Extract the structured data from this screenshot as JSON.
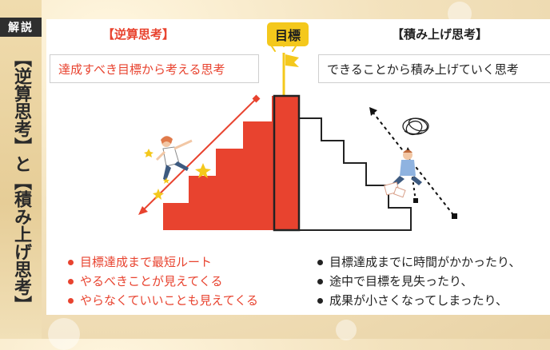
{
  "sidebar": {
    "badge": "解説",
    "title": "【逆算思考】と【積み上げ思考】"
  },
  "left": {
    "header": "【逆算思考】",
    "caption": "達成すべき目標から考える思考",
    "bullets": [
      "目標達成まで最短ルート",
      "やるべきことが見えてくる",
      "やらなくていいことも見えてくる"
    ]
  },
  "center": {
    "goal_label": "目標"
  },
  "right": {
    "header": "【積み上げ思考】",
    "caption": "できることから積み上げていく思考",
    "bullets": [
      "目標達成までに時間がかかったり、",
      "途中で目標を見失ったり、",
      "成果が小さくなってしまったり、"
    ]
  },
  "colors": {
    "accent_red": "#e8432f",
    "goal_yellow": "#f4c81c",
    "text_dark": "#222222",
    "badge_dark": "#2f2f2f"
  }
}
